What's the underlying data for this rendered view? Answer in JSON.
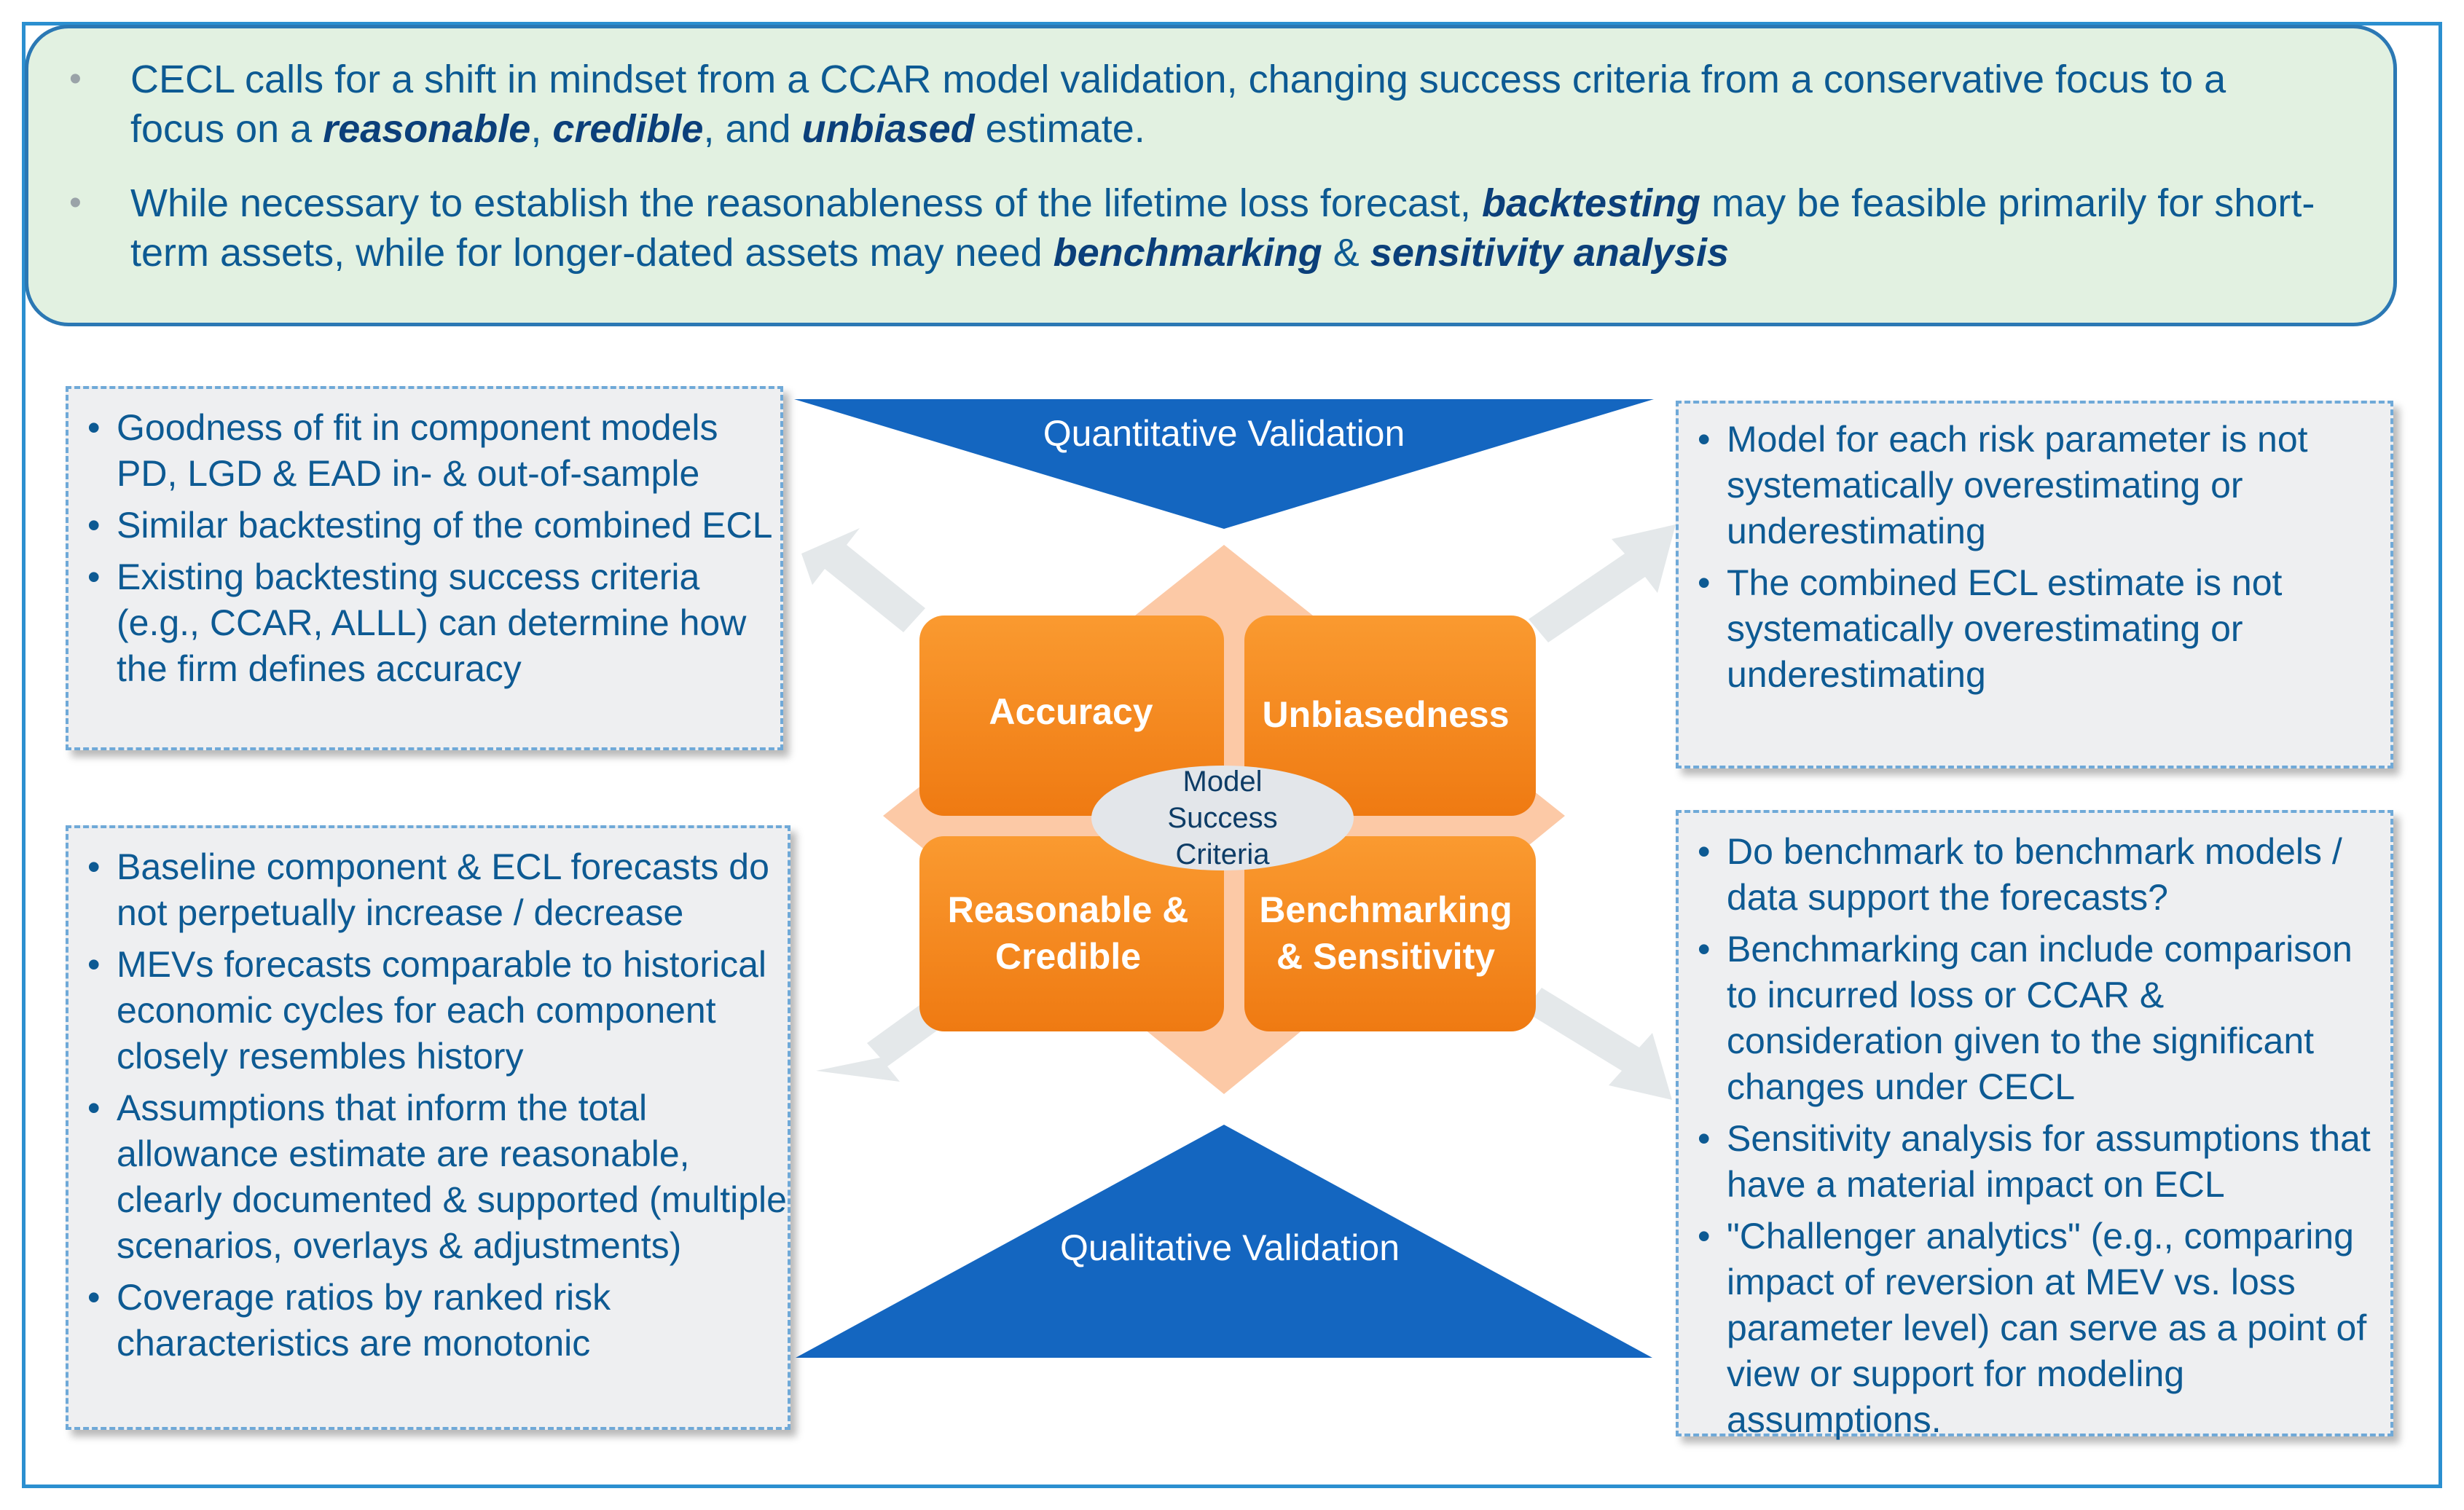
{
  "intro": {
    "point1": {
      "part1": "CECL calls for a shift in mindset from a CCAR model validation, changing success criteria from a conservative focus to a focus on a",
      "em1": "reasonable",
      "sep1": ",",
      "em2": "credible",
      "sep2": ",  and",
      "em3": "unbiased",
      "part2": "estimate."
    },
    "point2": {
      "part1": "While necessary to establish the reasonableness of the lifetime loss forecast,",
      "em1": "backtesting",
      "part2": "may be feasible primarily for short-term assets, while for longer-dated assets may need",
      "em2": "benchmarking",
      "sep": "&",
      "em3": "sensitivity analysis"
    }
  },
  "triangles": {
    "top": "Quantitative Validation",
    "bottom": "Qualitative Validation"
  },
  "quadrants": {
    "top_left": [
      "Accuracy"
    ],
    "top_right": [
      "Unbiasedness"
    ],
    "bottom_left": [
      "Reasonable &",
      "Credible"
    ],
    "bottom_right": [
      "Benchmarking",
      "& Sensitivity"
    ]
  },
  "core": [
    "Model",
    "Success",
    "Criteria"
  ],
  "boxes": {
    "top_left": [
      "Goodness of fit in component models PD, LGD & EAD in- & out-of-sample",
      "Similar backtesting of the combined ECL",
      "Existing backtesting success criteria (e.g., CCAR, ALLL) can determine how the firm defines accuracy"
    ],
    "top_right": [
      "Model for each risk parameter is not systematically overestimating or underestimating",
      "The combined ECL estimate is not systematically overestimating or underestimating"
    ],
    "bottom_left": [
      "Baseline component & ECL forecasts do not perpetually increase / decrease",
      "MEVs forecasts comparable to historical economic cycles for each component closely resembles history",
      "Assumptions that inform the total allowance estimate are reasonable, clearly documented & supported (multiple scenarios, overlays & adjustments)",
      "Coverage ratios by ranked risk characteristics are monotonic"
    ],
    "bottom_right": [
      "Do benchmark to benchmark models / data support the forecasts?",
      "Benchmarking can include comparison to incurred loss or CCAR & consideration given to the significant changes under CECL",
      "Sensitivity analysis for assumptions that have a material impact on  ECL",
      "\"Challenger analytics\" (e.g., comparing impact of reversion at MEV vs. loss parameter level) can serve as a point of view or support for modeling assumptions."
    ]
  },
  "colors": {
    "frame": "#2b8fd0",
    "intro_bg": "#e2f1e1",
    "triangle": "#1466c0",
    "quadrant": "#f68a1e",
    "diamond": "#fcc9a6",
    "arrow": "#e4e8ea",
    "text": "#0d5a93"
  }
}
